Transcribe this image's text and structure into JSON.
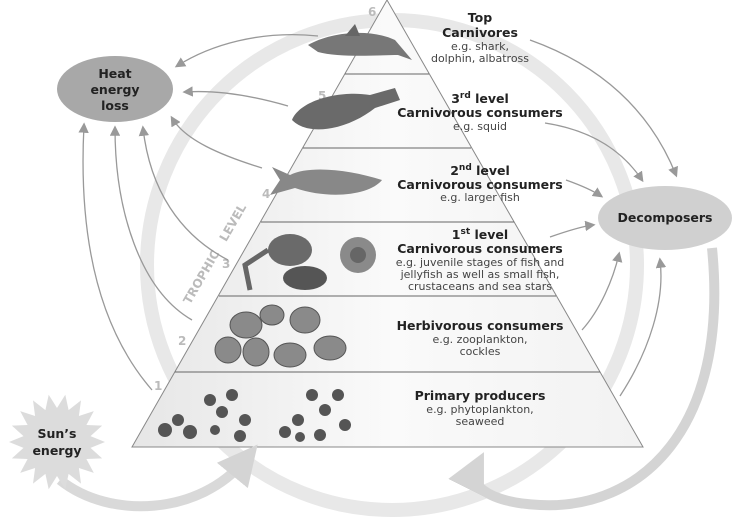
{
  "levels": [
    {
      "num": "6",
      "title1": "Top",
      "title2": "Carnivores",
      "examples": [
        "e.g. shark,",
        "dolphin, albatross"
      ]
    },
    {
      "num": "5",
      "title1": "3",
      "sup": "rd",
      "title1b": " level",
      "title2": "Carnivorous consumers",
      "examples": [
        "e.g. squid"
      ]
    },
    {
      "num": "4",
      "title1": "2",
      "sup": "nd",
      "title1b": " level",
      "title2": "Carnivorous consumers",
      "examples": [
        "e.g. larger fish"
      ]
    },
    {
      "num": "3",
      "title1": "1",
      "sup": "st",
      "title1b": " level",
      "title2": "Carnivorous consumers",
      "examples": [
        "e.g. juvenile stages of fish and",
        "jellyfish as well as small fish,",
        "crustaceans and sea stars"
      ]
    },
    {
      "num": "2",
      "title2": "Herbivorous consumers",
      "examples": [
        "e.g. zooplankton,",
        "cockles"
      ]
    },
    {
      "num": "1",
      "title2": "Primary producers",
      "examples": [
        "e.g. phytoplankton,",
        "seaweed"
      ]
    }
  ],
  "axis_label": "TROPHIC   LEVEL",
  "heat": [
    "Heat",
    "energy",
    "loss"
  ],
  "decomposers": "Decomposers",
  "sun": [
    "Sun’s",
    "energy"
  ],
  "colors": {
    "ellipse_heat": "#a8a8a8",
    "ellipse_decomp": "#d0d0d0",
    "sun": "#dcdcdc",
    "arrow": "#999999",
    "thick_arrow": "#d9d9d9"
  }
}
